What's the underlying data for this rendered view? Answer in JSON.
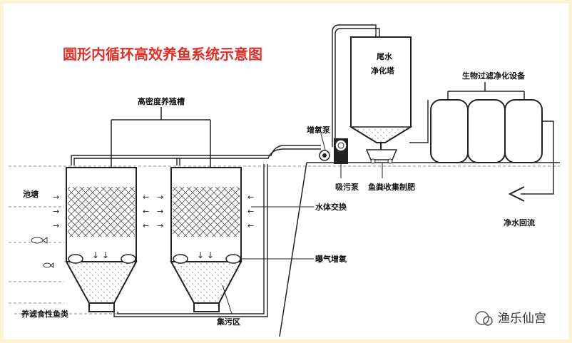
{
  "diagram": {
    "title": "圆形内循环高效养鱼系统示意图",
    "labels": {
      "tank_header": "高密度养殖槽",
      "pond": "池塘",
      "water_exchange": "水体交换",
      "aeration": "曝气增氧",
      "filter_fish": "养滤食性鱼类",
      "sediment_zone": "集污区",
      "oxygen_pump": "增氧泵",
      "suction_pump": "吸污泵",
      "manure_collection": "鱼粪收集制肥",
      "tail_water_line1": "尾水",
      "tail_water_line2": "净化塔",
      "bio_filter": "生物过滤净化设备",
      "clean_return": "净水回流"
    },
    "watermark": "渔乐仙宫"
  }
}
